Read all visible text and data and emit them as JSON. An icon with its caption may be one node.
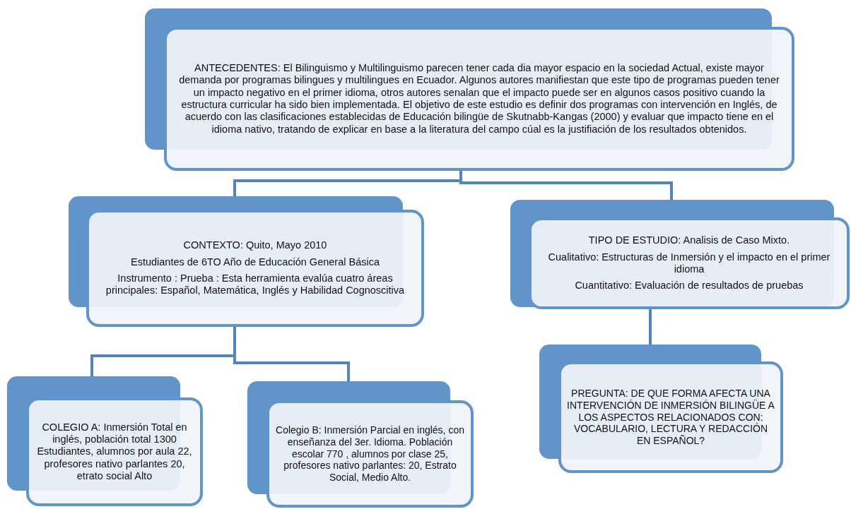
{
  "diagram": {
    "nodes": [
      {
        "text": [
          "ANTECEDENTES: El Bilinguismo y Multilinguismo parecen tener cada dia mayor espacio en la sociedad Actual, existe mayor demanda por programas bilingues y multilingues en Ecuador.  Algunos autores manifiestan que este tipo de programas pueden tener un impacto negativo en el primer idioma, otros autores senalan que el impacto puede ser en algunos casos positivo cuando la estructura curricular ha sido bien implementada.  El objetivo de este estudio es definir dos  programas con intervención en Inglés, de acuerdo con las clasificaciones establecidas de Educación bilingüe de Skutnabb-Kangas (2000) y evaluar que impacto tiene en el idioma nativo, tratando de explicar  en base a la literatura del campo cúal es la justifiación de  los resultados obtenidos."
        ]
      },
      {
        "text": [
          "CONTEXTO: Quito, Mayo 2010",
          "Estudiantes de 6TO Año de Educación General Básica",
          "Instrumento : Prueba : Esta herramienta evalúa cuatro áreas principales: Español, Matemática, Inglés y  Habilidad Cognoscitiva"
        ]
      },
      {
        "text": [
          "TIPO DE ESTUDIO: Analisis de Caso Mixto.",
          "Cualitativo: Estructuras de Inmersión y el impacto en el primer idioma",
          "Cuantitativo: Evaluación de resultados de pruebas"
        ]
      },
      {
        "text": [
          "COLEGIO A: Inmersión Total en inglés, población total 1300 Estudiantes, alumnos por aula 22, profesores nativo parlantes 20, etrato social Alto"
        ]
      },
      {
        "text": [
          "Colegio B: Inmersión Parcial en inglés, con  enseñanza del 3er. Idioma.  Población escolar 770 , alumnos por clase 25, profesores nativo parlantes: 20, Estrato Social, Medio Alto."
        ]
      },
      {
        "text": [
          "PREGUNTA: DE QUE FORMA AFECTA UNA INTERVENCIÓN DE INMERSIÓN BILINGÜE A LOS ASPECTOS RELACIONADOS CON:  VOCABULARIO, LECTURA Y REDACCIÓN EN ESPAÑOL?"
        ]
      }
    ],
    "edges": [
      {
        "from": 0,
        "to": 1,
        "arrow": "none"
      },
      {
        "from": 0,
        "to": 2,
        "arrow": "none"
      },
      {
        "from": 1,
        "to": 3,
        "arrow": "none"
      },
      {
        "from": 1,
        "to": 4,
        "arrow": "none"
      },
      {
        "from": 2,
        "to": 5,
        "arrow": "none"
      }
    ]
  }
}
